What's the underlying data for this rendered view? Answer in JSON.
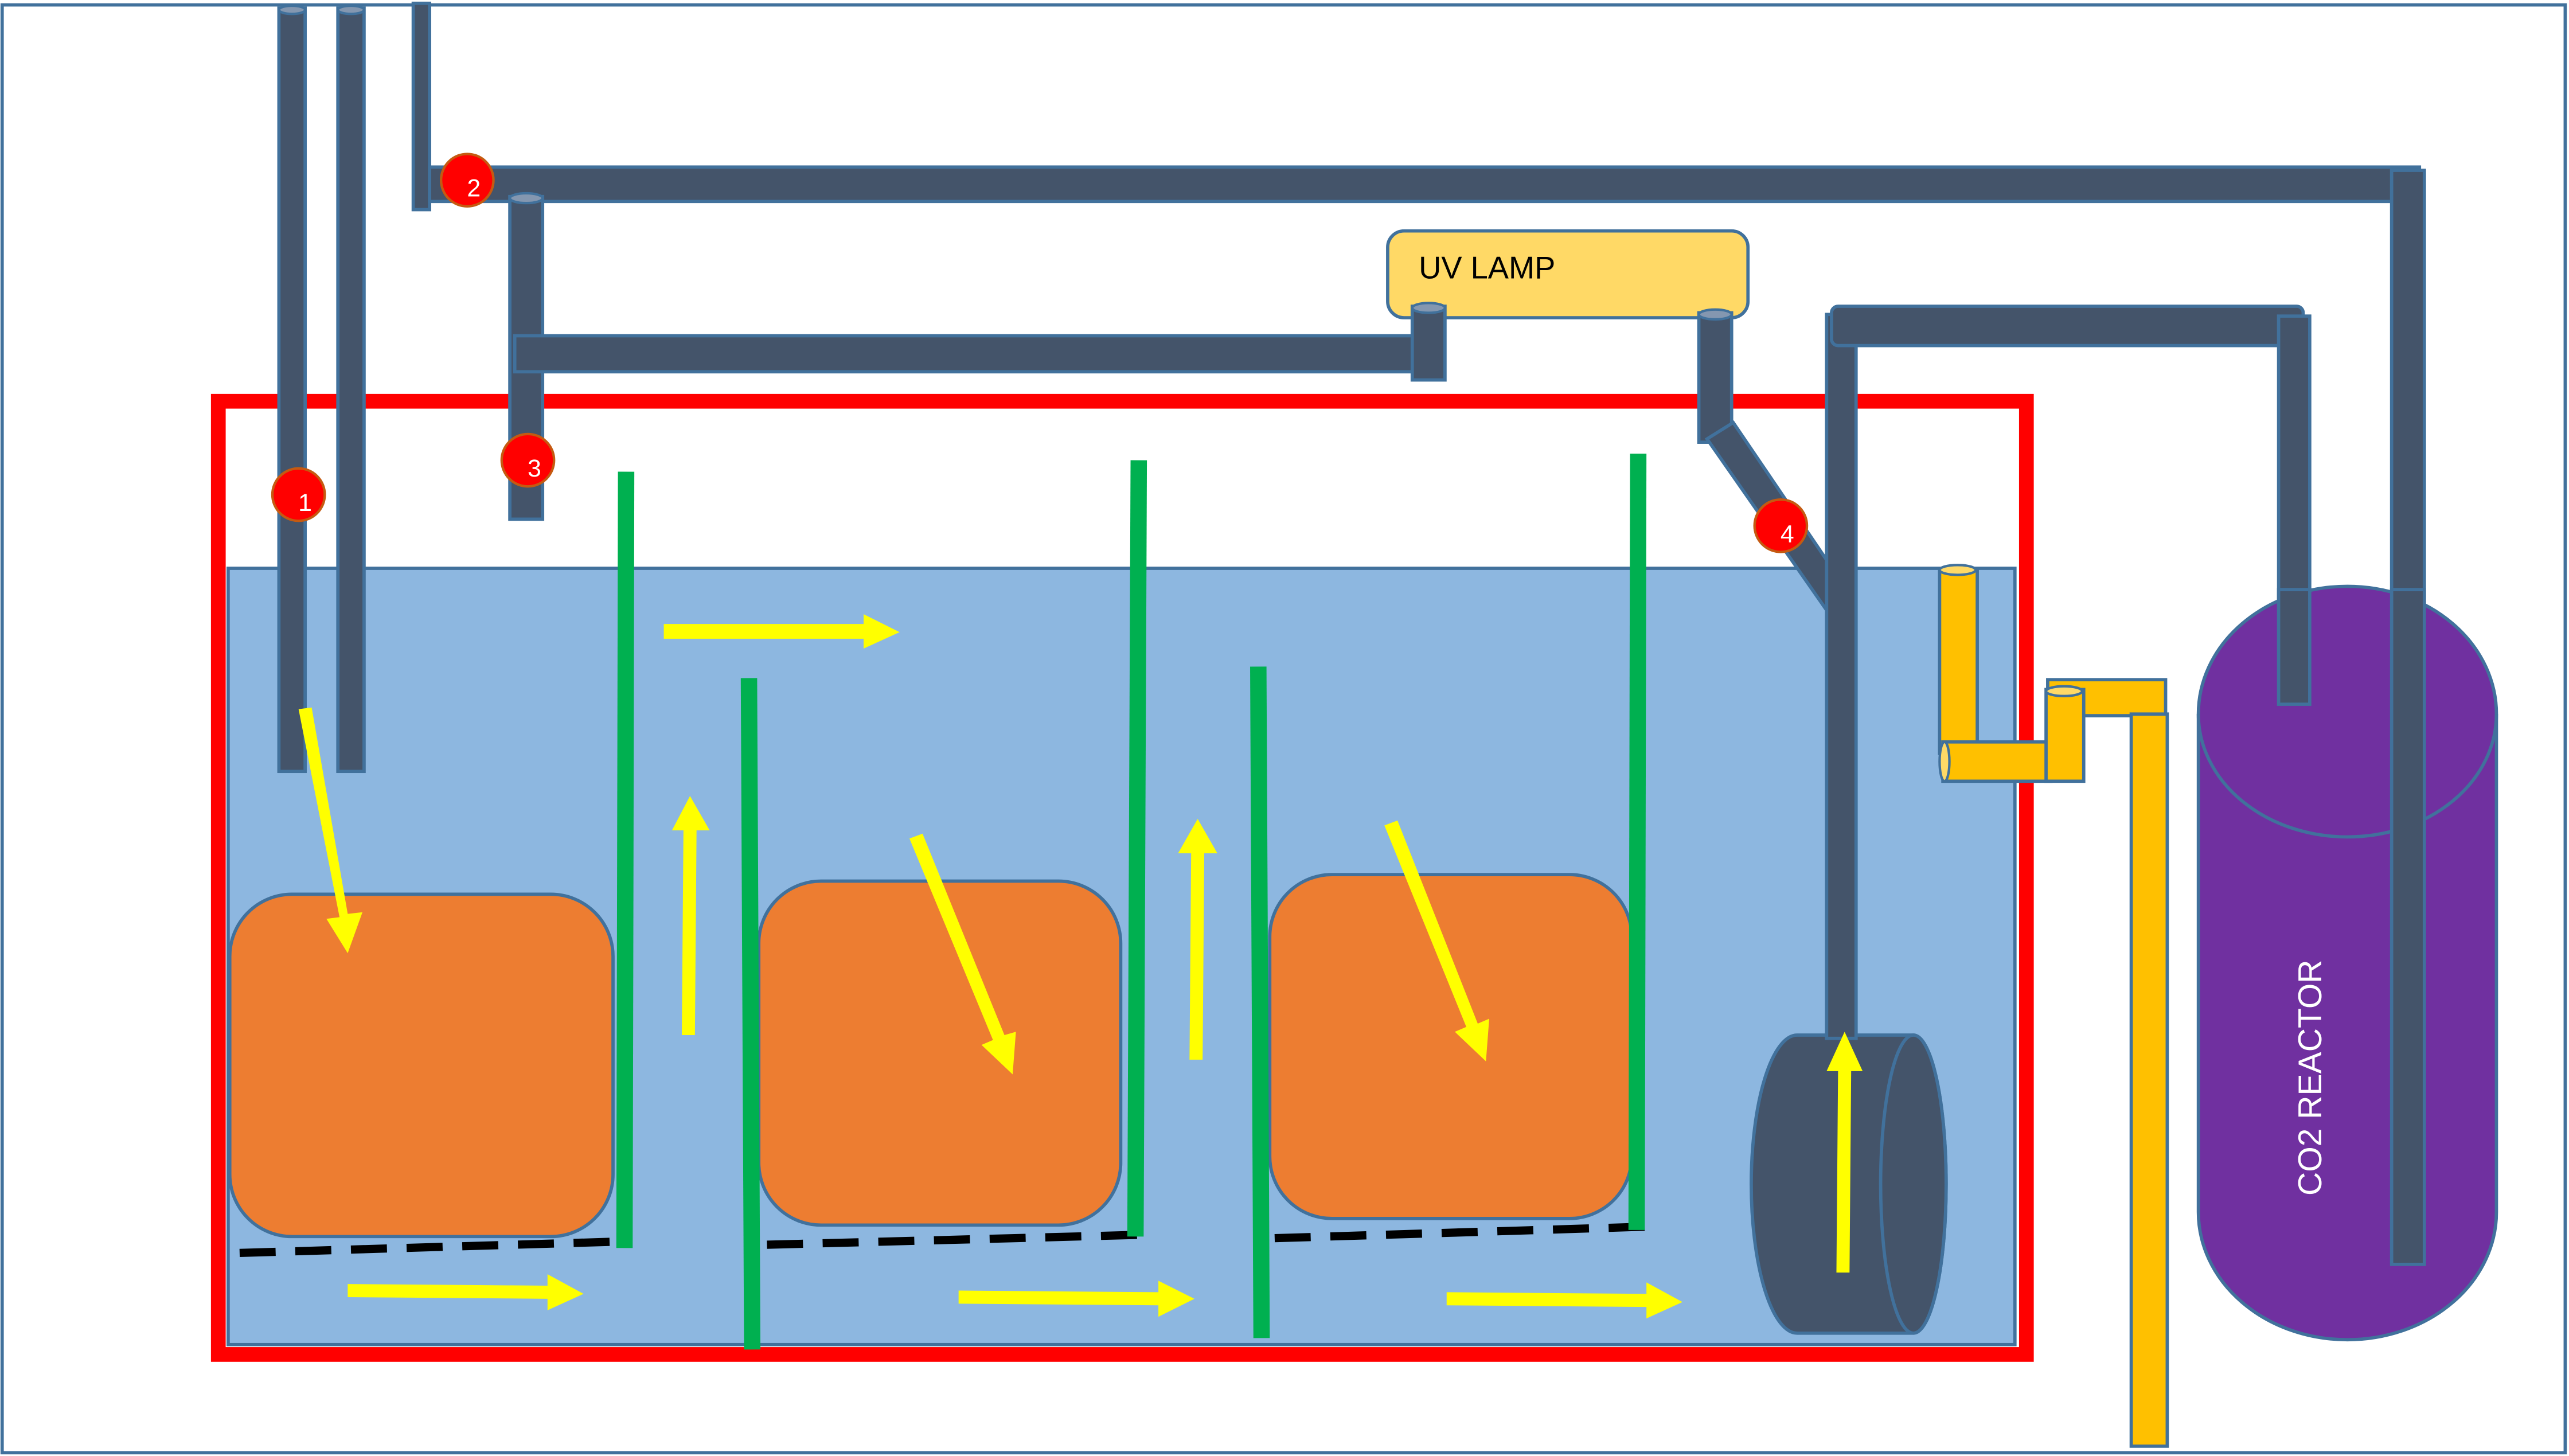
{
  "labels": {
    "uv_lamp": "UV LAMP",
    "co2_reactor": "CO2 REACTOR"
  },
  "markers": [
    {
      "id": "1",
      "label": "1"
    },
    {
      "id": "2",
      "label": "2"
    },
    {
      "id": "3",
      "label": "3"
    },
    {
      "id": "4",
      "label": "4"
    }
  ],
  "colors": {
    "tank_border": "#FF0000",
    "water": "#8DB7E0",
    "pipe": "#44546A",
    "pipe_outline": "#41719C",
    "baffle": "#00B050",
    "media_block": "#ED7D31",
    "flow_arrow": "#FFFF00",
    "uv_lamp": "#FFD966",
    "co2_reactor": "#7030A0",
    "return_pipe": "#FFC000",
    "marker": "#FF0000"
  }
}
